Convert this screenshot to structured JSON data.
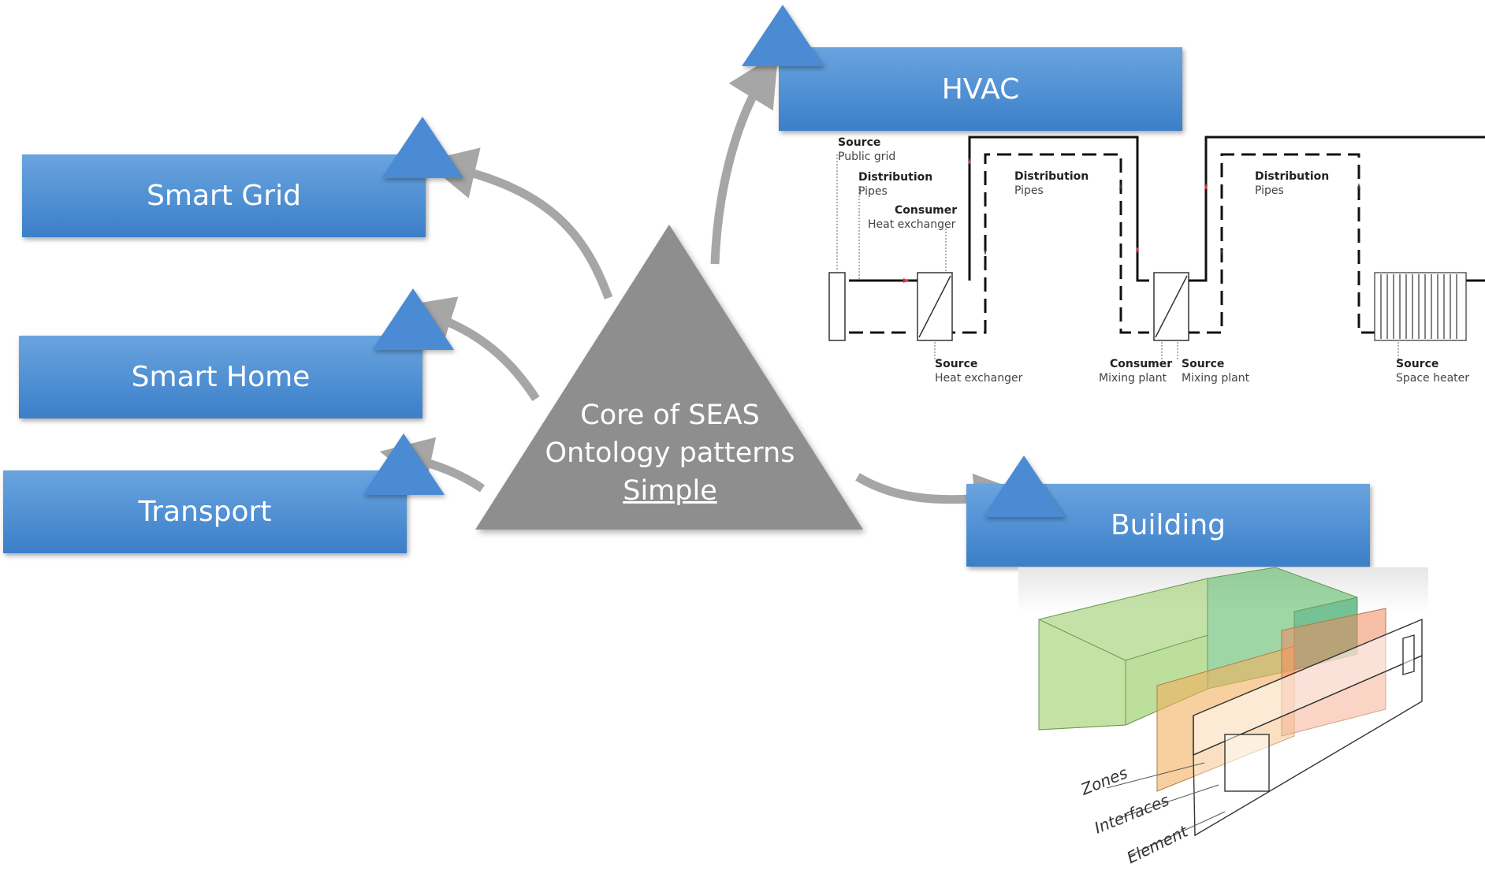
{
  "core": {
    "line1": "Core of SEAS",
    "line2": "Ontology patterns",
    "line3": "Simple"
  },
  "domains": {
    "hvac": "HVAC",
    "smart_grid": "Smart Grid",
    "smart_home": "Smart Home",
    "transport": "Transport",
    "building": "Building"
  },
  "hvac_diagram": {
    "source_public": {
      "kind": "Source",
      "name": "Public grid"
    },
    "dist1": {
      "kind": "Distribution",
      "name": "Pipes"
    },
    "consumer_hx": {
      "kind": "Consumer",
      "name": "Heat exchanger"
    },
    "dist2": {
      "kind": "Distribution",
      "name": "Pipes"
    },
    "dist3": {
      "kind": "Distribution",
      "name": "Pipes"
    },
    "source_hx": {
      "kind": "Source",
      "name": "Heat exchanger"
    },
    "consumer_mix": {
      "kind": "Consumer",
      "name": "Mixing plant"
    },
    "source_mix": {
      "kind": "Source",
      "name": "Mixing plant"
    },
    "source_heater": {
      "kind": "Source",
      "name": "Space heater"
    }
  },
  "building_diagram": {
    "zones": "Zones",
    "interfaces": "Interfaces",
    "element": "Element"
  },
  "colors": {
    "domain_box": "#4a8bd3",
    "core_triangle": "#8e8e8e",
    "arrow": "#a6a6a6"
  }
}
